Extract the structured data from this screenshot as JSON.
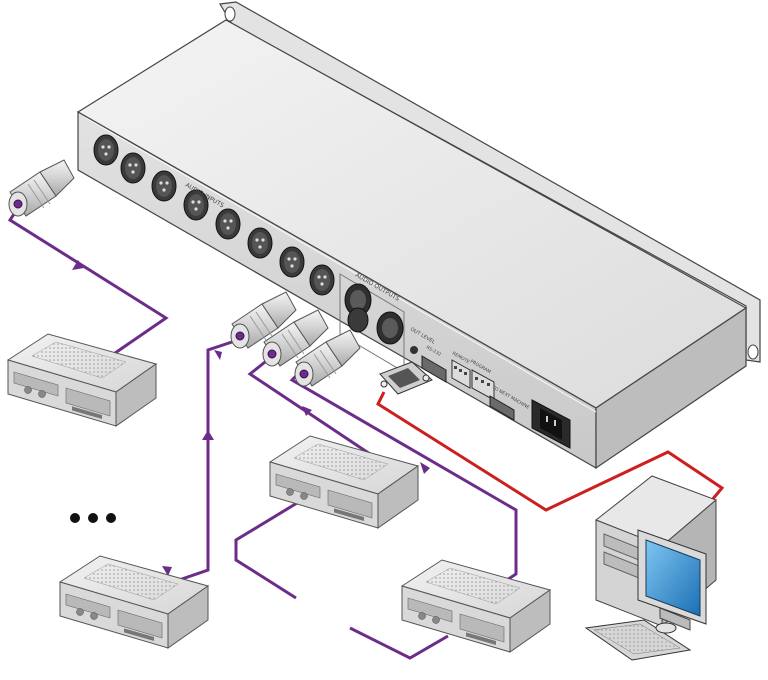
{
  "panel": {
    "inputs_label": "AUDIO INPUTS",
    "outputs_label": "AUDIO OUTPUTS",
    "out_level_label": "OUT LEVEL",
    "rs232_label": "RS-232",
    "remote_label": "REMOTE",
    "program_label": "PROGRAM",
    "to_next_label": "TO NEXT MACHINE"
  },
  "colors": {
    "audio_cable": "#6b2c8a",
    "serial_cable": "#cc1f1f",
    "chassis_top": "#ececec",
    "chassis_front": "#d3d3d3",
    "chassis_side": "#bfbfbf"
  },
  "icons": {
    "source_device": "audio-deck-icon",
    "destination_device": "audio-deck-icon",
    "controller": "pc-computer-icon",
    "more_devices": "ellipsis-icon"
  }
}
